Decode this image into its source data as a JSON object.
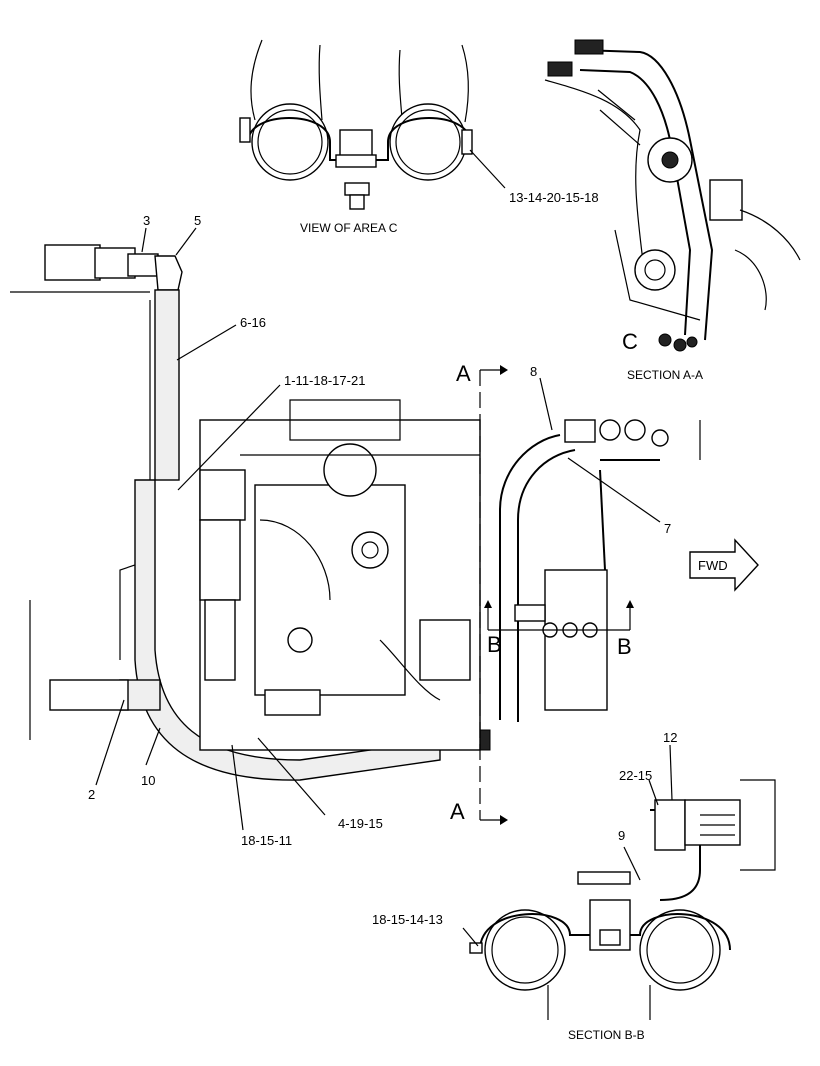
{
  "views": {
    "area_c_caption": "VIEW OF AREA C",
    "section_aa_caption": "SECTION A-A",
    "section_bb_caption": "SECTION B-B",
    "area_c_marker": "C",
    "section_a_top": "A",
    "section_a_bottom": "A",
    "section_b_left": "B",
    "section_b_right": "B",
    "forward_arrow": "FWD"
  },
  "callouts": [
    {
      "id": "c1",
      "text": "13-14-20-15-18"
    },
    {
      "id": "c2",
      "text": "3"
    },
    {
      "id": "c3",
      "text": "5"
    },
    {
      "id": "c4",
      "text": "6-16"
    },
    {
      "id": "c5",
      "text": "1-11-18-17-21"
    },
    {
      "id": "c6",
      "text": "8"
    },
    {
      "id": "c7",
      "text": "7"
    },
    {
      "id": "c8",
      "text": "2"
    },
    {
      "id": "c9",
      "text": "10"
    },
    {
      "id": "c10",
      "text": "18-15-11"
    },
    {
      "id": "c11",
      "text": "4-19-15"
    },
    {
      "id": "c12",
      "text": "12"
    },
    {
      "id": "c13",
      "text": "22-15"
    },
    {
      "id": "c14",
      "text": "9"
    },
    {
      "id": "c15",
      "text": "18-15-14-13"
    }
  ]
}
